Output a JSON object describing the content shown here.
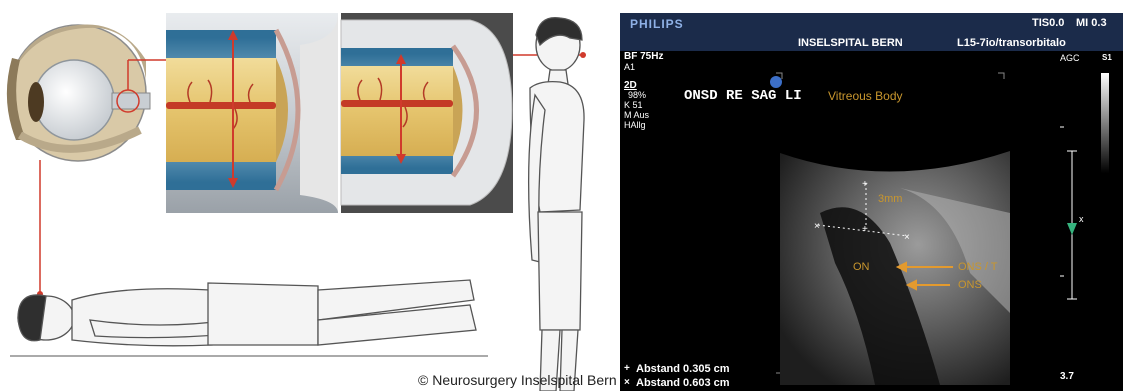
{
  "illustration": {
    "copyright": "© Neurosurgery Inselspital Bern"
  },
  "ultrasound": {
    "brand": "PHILIPS",
    "tis_label": "TIS0.0",
    "mi_label": "MI 0.3",
    "institution": "INSELSPITAL BERN",
    "probe": "L15-7io/transorbitalo",
    "bf": "BF 75Hz",
    "a1": "A1",
    "agc": "AGC",
    "s1": "S1",
    "mode": "2D",
    "gain": "98%",
    "k": "K 51",
    "m": "M Aus",
    "h": "HAllg",
    "title": "ONSD RE SAG LI",
    "vitreous_label": "Vitreous Body",
    "measure_label": "3mm",
    "on_label": "ON",
    "ons_t_label": "ONS / T",
    "ons_label": "ONS",
    "scale_right": "3.7",
    "x_marker": "x",
    "measurements": [
      {
        "symbol": "+",
        "text": "Abstand 0.305 cm"
      },
      {
        "symbol": "×",
        "text": "Abstand 0.603 cm"
      }
    ]
  }
}
